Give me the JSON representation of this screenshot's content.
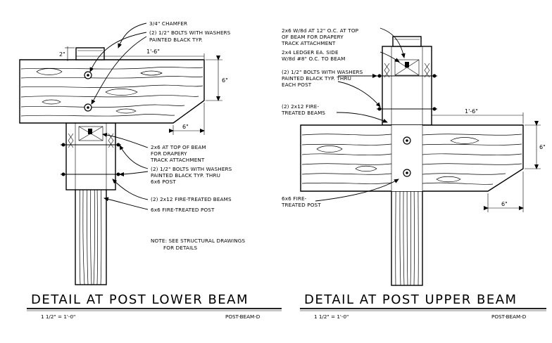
{
  "left_detail": {
    "title": "DETAIL AT POST LOWER BEAM",
    "scale": "1 1/2\" = 1'-0\"",
    "ref": "POST-BEAM-D",
    "labels": {
      "chamfer": "3/4\" CHAMFER",
      "bolts_top_1": "(2) 1/2\" BOLTS WITH WASHERS",
      "bolts_top_2": "PAINTED BLACK TYP.",
      "twoby6_1": "2x6 AT TOP OF BEAM",
      "twoby6_2": "FOR DRAPERY",
      "twoby6_3": "TRACK ATTACHMENT",
      "bolts_post_1": "(2) 1/2\" BOLTS WITH WASHERS",
      "bolts_post_2": "PAINTED BLACK TYP. THRU",
      "bolts_post_3": "6x6 POST",
      "beams": "(2) 2x12 FIRE-TREATED BEAMS",
      "post": "6x6 FIRE-TREATED POST",
      "note_1": "NOTE: SEE STRUCTURAL DRAWINGS",
      "note_2": "FOR DETAILS"
    },
    "dims": {
      "beam_length": "1'-6\"",
      "beam_depth": "6\"",
      "chamfer_run": "6\"",
      "block": "2\""
    }
  },
  "right_detail": {
    "title": "DETAIL AT POST UPPER BEAM",
    "scale": "1 1/2\" = 1'-0\"",
    "ref": "POST-BEAM-D",
    "labels": {
      "twoby6_1": "2x6 W/8d AT 12\" O.C. AT TOP",
      "twoby6_2": "OF BEAM FOR DRAPERY",
      "twoby6_3": "TRACK ATTACHMENT",
      "ledger_1": "2x4 LEDGER EA. SIDE",
      "ledger_2": "W/8d #8\" O.C. TO BEAM",
      "bolts_1": "(2) 1/2\" BOLTS WITH WASHERS",
      "bolts_2": "PAINTED BLACK TYP. THRU",
      "bolts_3": "EACH POST",
      "beams_1": "(2) 2x12 FIRE-",
      "beams_2": "TREATED BEAMS",
      "post_1": "6x6 FIRE-",
      "post_2": "TREATED POST"
    },
    "dims": {
      "beam_length": "1'-6\"",
      "beam_depth": "6\"",
      "chamfer_run": "6\""
    }
  }
}
